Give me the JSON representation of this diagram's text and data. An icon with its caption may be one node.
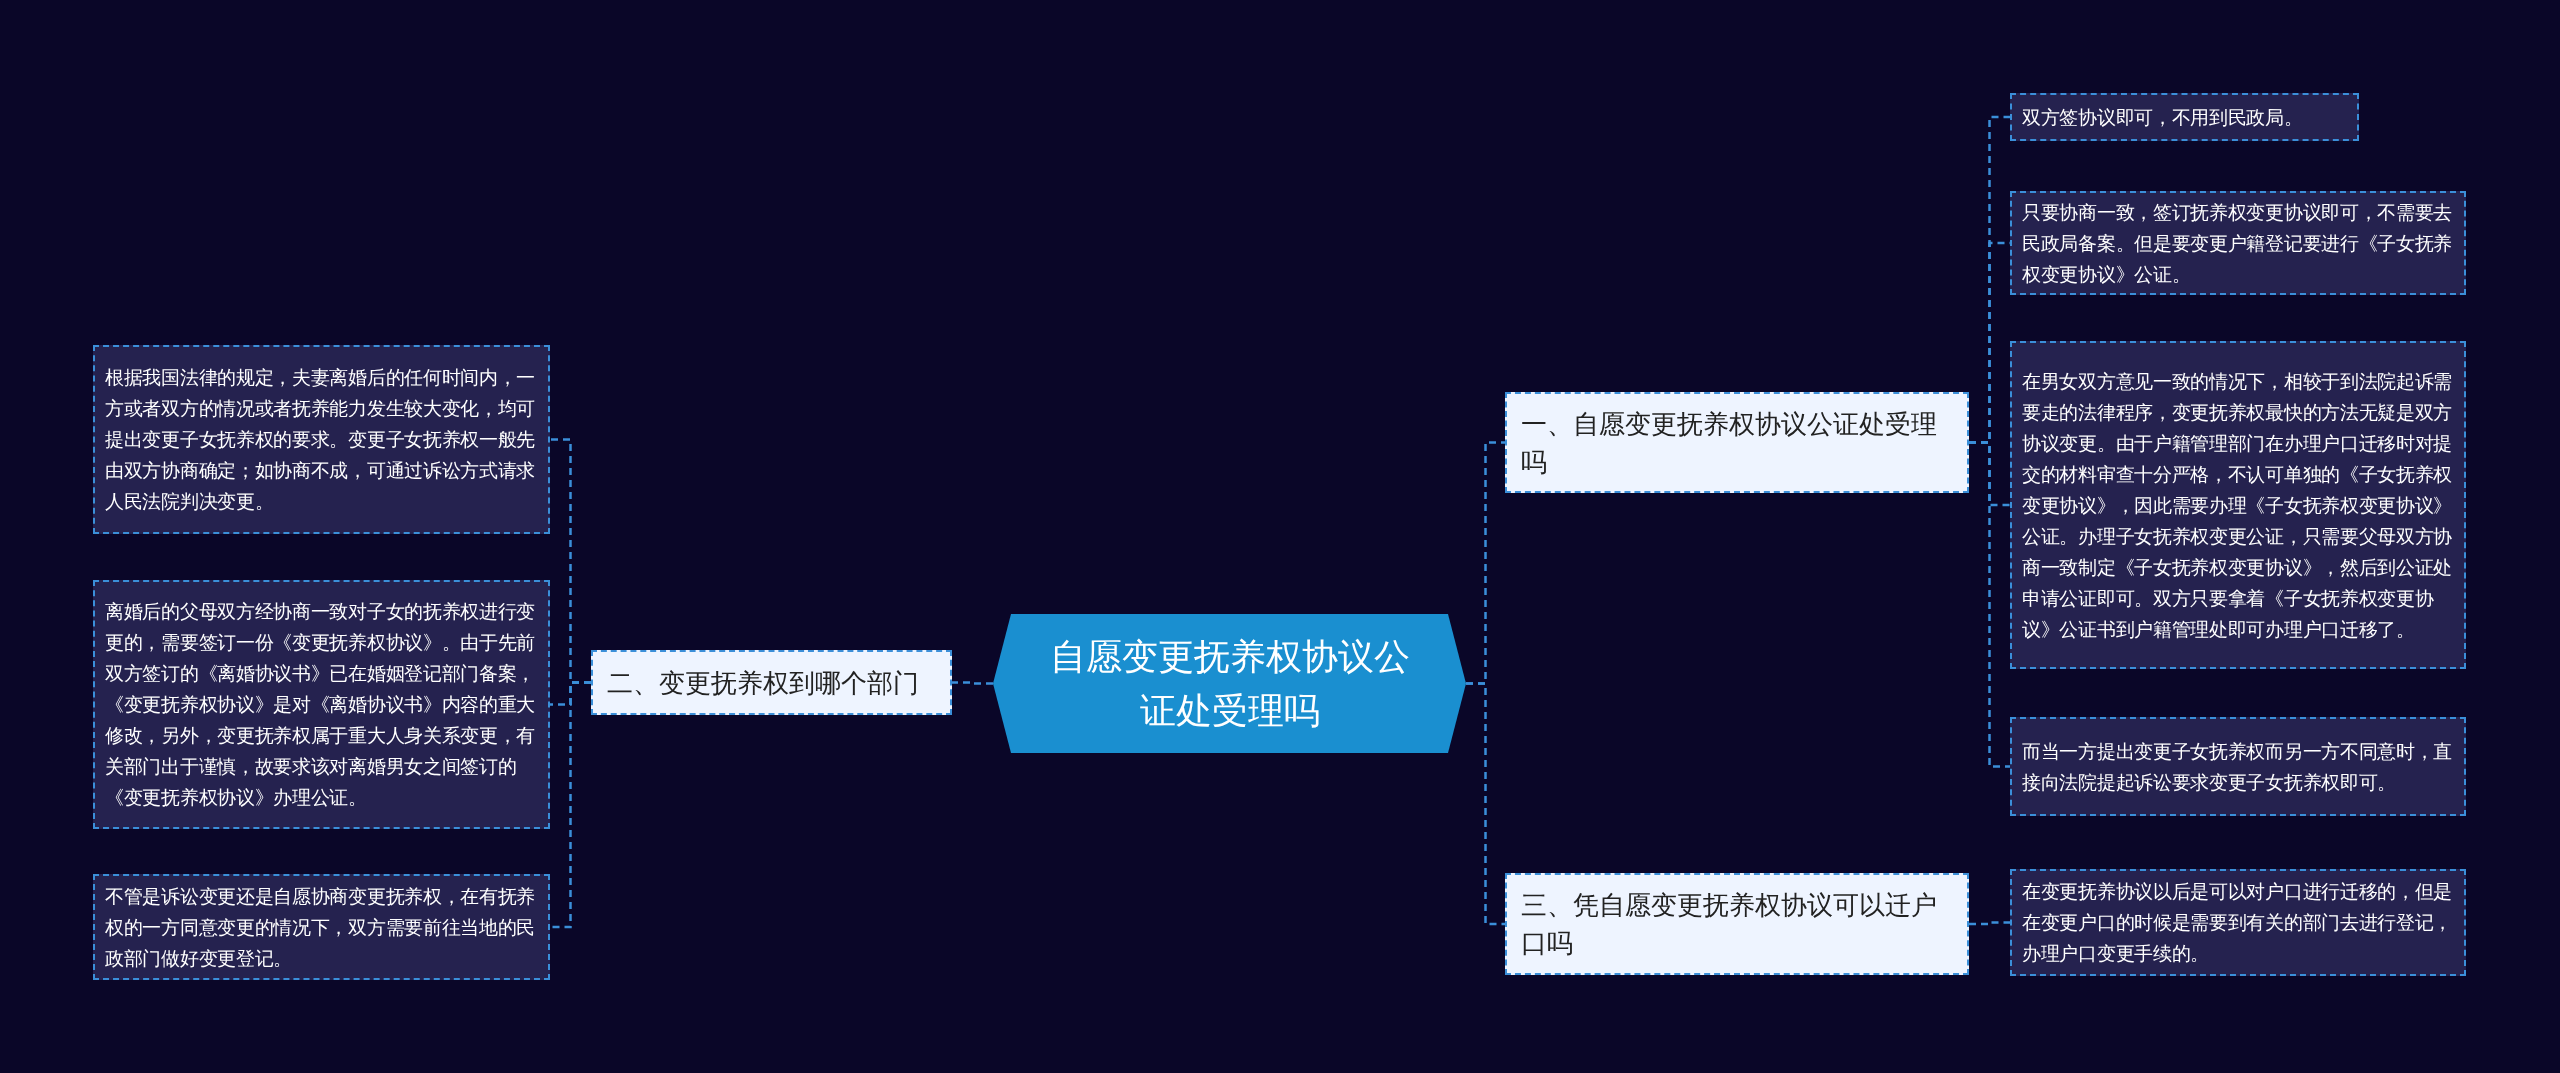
{
  "diagram": {
    "nodes": [
      {
        "text": [
          "自愿变更抚养权协议公证处受理吗"
        ]
      },
      {
        "text": [
          "一、自愿变更抚养权协议公证处受理吗"
        ]
      },
      {
        "text": [
          "双方签协议即可，不用到民政局。"
        ]
      },
      {
        "text": [
          "只要协商一致，签订抚养权变更协议即可，不需要去民政局备案。但是要变更户籍登记要进行《子女抚养权变更协议》公证。"
        ]
      },
      {
        "text": [
          "在男女双方意见一致的情况下，相较于到法院起诉需要走的法律程序，变更抚养权最快的方法无疑是双方协议变更。由于户籍管理部门在办理户口迁移时对提交的材料审查十分严格，不认可单独的《子女抚养权变更协议》，因此需要办理《子女抚养权变更协议》公证。办理子女抚养权变更公证，只需要父母双方协商一致制定《子女抚养权变更协议》，然后到公证处申请公证即可。双方只要拿着《子女抚养权变更协议》公证书到户籍管理处即可办理户口迁移了。"
        ]
      },
      {
        "text": [
          "而当一方提出变更子女抚养权而另一方不同意时，直接向法院提起诉讼要求变更子女抚养权即可。"
        ]
      },
      {
        "text": [
          "三、凭自愿变更抚养权协议可以迁户口吗"
        ]
      },
      {
        "text": [
          "在变更抚养协议以后是可以对户口进行迁移的，但是在变更户口的时候是需要到有关的部门去进行登记，办理户口变更手续的。"
        ]
      },
      {
        "text": [
          "二、变更抚养权到哪个部门"
        ]
      },
      {
        "text": [
          "根据我国法律的规定，夫妻离婚后的任何时间内，一方或者双方的情况或者抚养能力发生较大变化，均可提出变更子女抚养权的要求。变更子女抚养权一般先由双方协商确定；如协商不成，可通过诉讼方式请求人民法院判决变更。"
        ]
      },
      {
        "text": [
          "离婚后的父母双方经协商一致对子女的抚养权进行变更的，需要签订一份《变更抚养权协议》。由于先前双方签订的《离婚协议书》已在婚姻登记部门备案，《变更抚养权协议》是对《离婚协议书》内容的重大修改，另外，变更抚养权属于重大人身关系变更，有关部门出于谨慎，故要求该对离婚男女之间签订的《变更抚养权协议》办理公证。"
        ]
      },
      {
        "text": [
          "不管是诉讼变更还是自愿协商变更抚养权，在有抚养权的一方同意变更的情况下，双方需要前往当地的民政部门做好变更登记。"
        ]
      }
    ],
    "edges": [
      {
        "from": 0,
        "to": 1,
        "arrow": "none",
        "style": "dashed"
      },
      {
        "from": 0,
        "to": 6,
        "arrow": "none",
        "style": "dashed"
      },
      {
        "from": 0,
        "to": 8,
        "arrow": "none",
        "style": "dashed"
      },
      {
        "from": 1,
        "to": 2,
        "arrow": "none",
        "style": "dashed"
      },
      {
        "from": 1,
        "to": 3,
        "arrow": "none",
        "style": "dashed"
      },
      {
        "from": 1,
        "to": 4,
        "arrow": "none",
        "style": "dashed"
      },
      {
        "from": 1,
        "to": 5,
        "arrow": "none",
        "style": "dashed"
      },
      {
        "from": 6,
        "to": 7,
        "arrow": "none",
        "style": "dashed"
      },
      {
        "from": 8,
        "to": 9,
        "arrow": "none",
        "style": "dashed"
      },
      {
        "from": 8,
        "to": 10,
        "arrow": "none",
        "style": "dashed"
      },
      {
        "from": 8,
        "to": 11,
        "arrow": "none",
        "style": "dashed"
      }
    ]
  }
}
